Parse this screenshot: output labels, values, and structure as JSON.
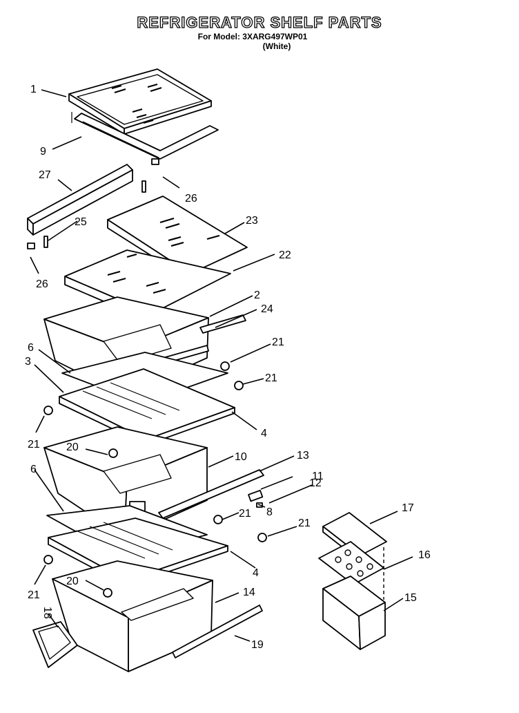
{
  "title": "REFRIGERATOR SHELF PARTS",
  "model_line": "For Model: 3XARG497WP01",
  "color_line": "(White)",
  "callouts": {
    "c1": "1",
    "c9": "9",
    "c27": "27",
    "c26a": "26",
    "c25": "25",
    "c26b": "26",
    "c23": "23",
    "c22": "22",
    "c2": "2",
    "c24": "24",
    "c6a": "6",
    "c21a": "21",
    "c3": "3",
    "c21b": "21",
    "c21c": "21",
    "c4a": "4",
    "c20a": "20",
    "c10": "10",
    "c13": "13",
    "c6b": "6",
    "c11": "11",
    "c12": "12",
    "c21d": "21",
    "c8": "8",
    "c21e": "21",
    "c17": "17",
    "c16": "16",
    "c4b": "4",
    "c21f": "21",
    "c20b": "20",
    "c14": "14",
    "c15": "15",
    "c18": "18",
    "c19": "19"
  }
}
